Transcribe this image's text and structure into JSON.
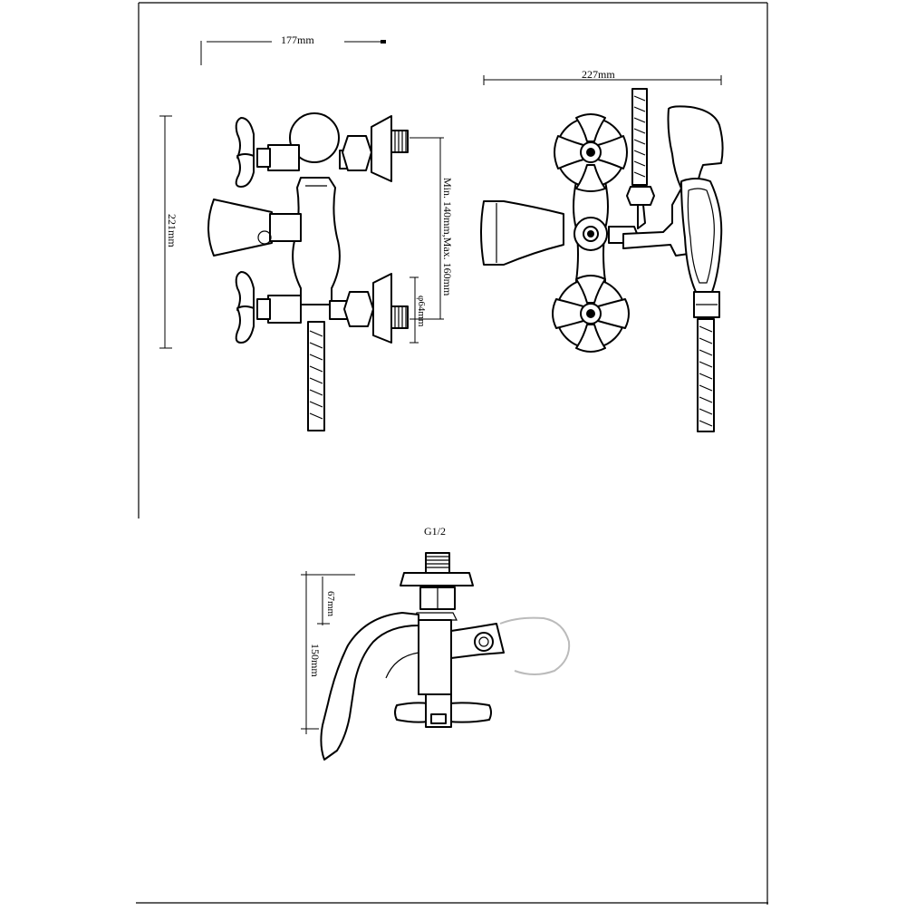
{
  "labels": {
    "width_front": "177mm",
    "height_front": "221mm",
    "centres": "Min. 140mm,Max. 160mm",
    "diameter": "φ64mm",
    "width_rear": "227mm",
    "thread": "G1/2",
    "depth_a": "67mm",
    "depth_b": "150mm"
  }
}
